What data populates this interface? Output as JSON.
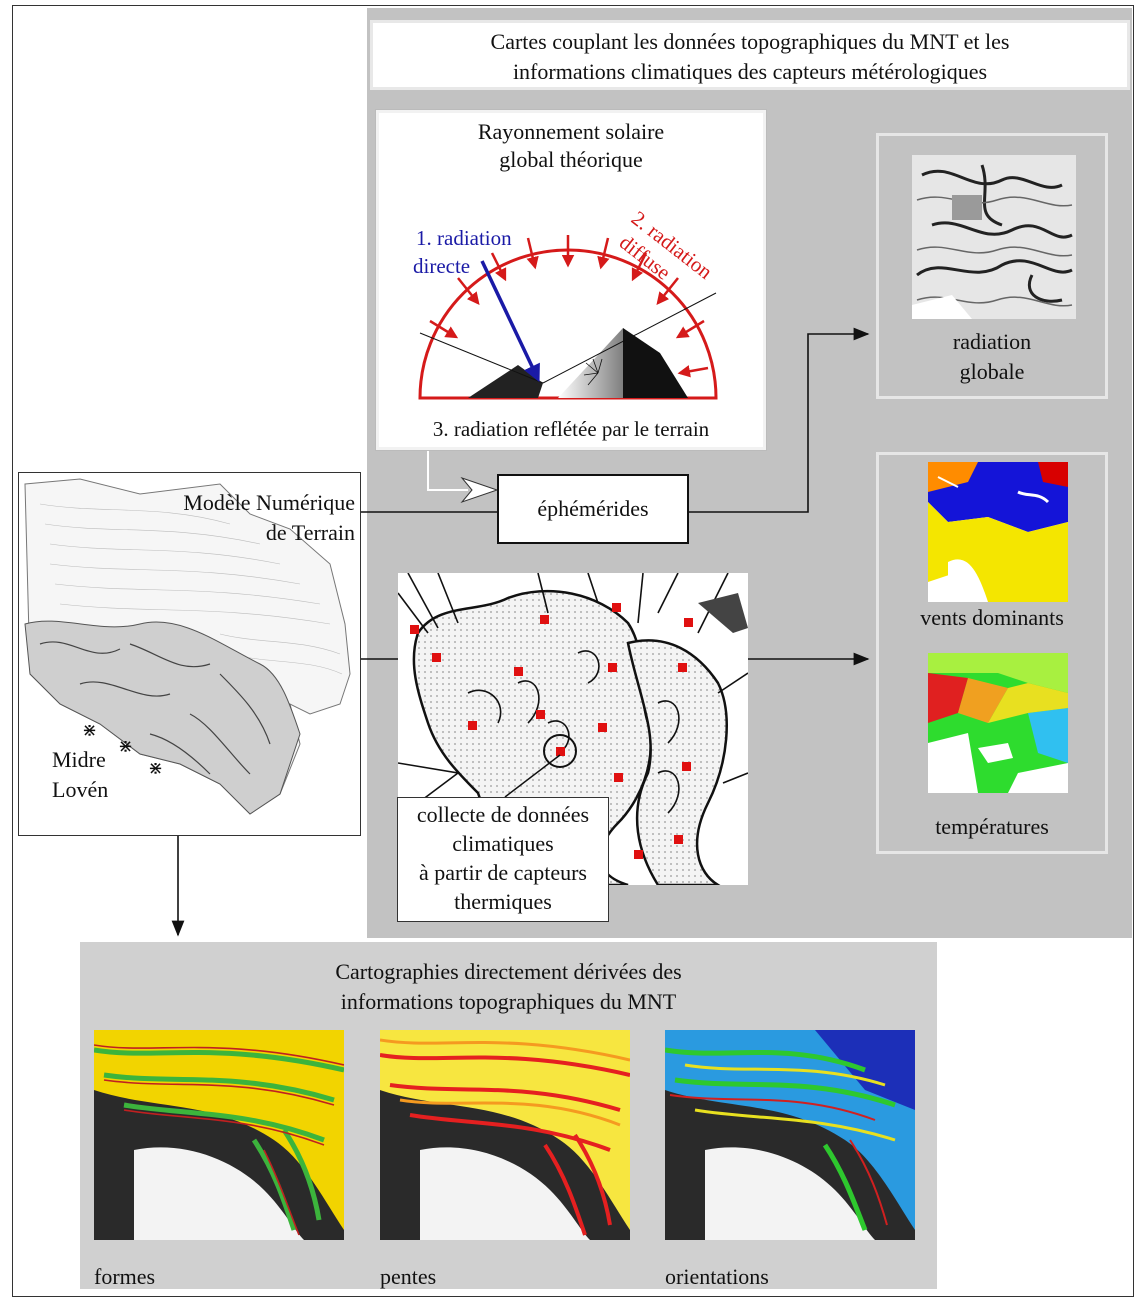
{
  "title": {
    "line1": "Cartes couplant les données topographiques du MNT et les",
    "line2": "informations climatiques des capteurs métérologiques"
  },
  "solar": {
    "title_line1": "Rayonnement solaire",
    "title_line2": "global théorique",
    "direct_line1": "1. radiation",
    "direct_line2": "directe",
    "diffuse_line1": "2. radiation",
    "diffuse_line2": "diffuse",
    "reflected": "3. radiation reflétée par le terrain",
    "colors": {
      "direct": "#1a1aa6",
      "diffuse": "#d51a1a"
    }
  },
  "ephemerides": "éphémérides",
  "radiation_output": {
    "line1": "radiation",
    "line2": "globale"
  },
  "climate_outputs": {
    "winds": "vents dominants",
    "temperatures": "températures"
  },
  "mnt": {
    "title_line1": "Modèle Numérique",
    "title_line2": "de Terrain",
    "glacier_line1": "Midre",
    "glacier_line2": "Lovén"
  },
  "sensors": {
    "caption_line1": "collecte de données",
    "caption_line2": "climatiques",
    "caption_line3": "à partir de capteurs",
    "caption_line4": "thermiques",
    "marker_color": "#e01010"
  },
  "derived": {
    "title_line1": "Cartographies directement dérivées des",
    "title_line2": "informations topographiques du MNT",
    "maps": [
      "formes",
      "pentes",
      "orientations"
    ]
  },
  "colors": {
    "panel_grey": "#c2c2c2",
    "derived_grey": "#d0d0d0"
  }
}
